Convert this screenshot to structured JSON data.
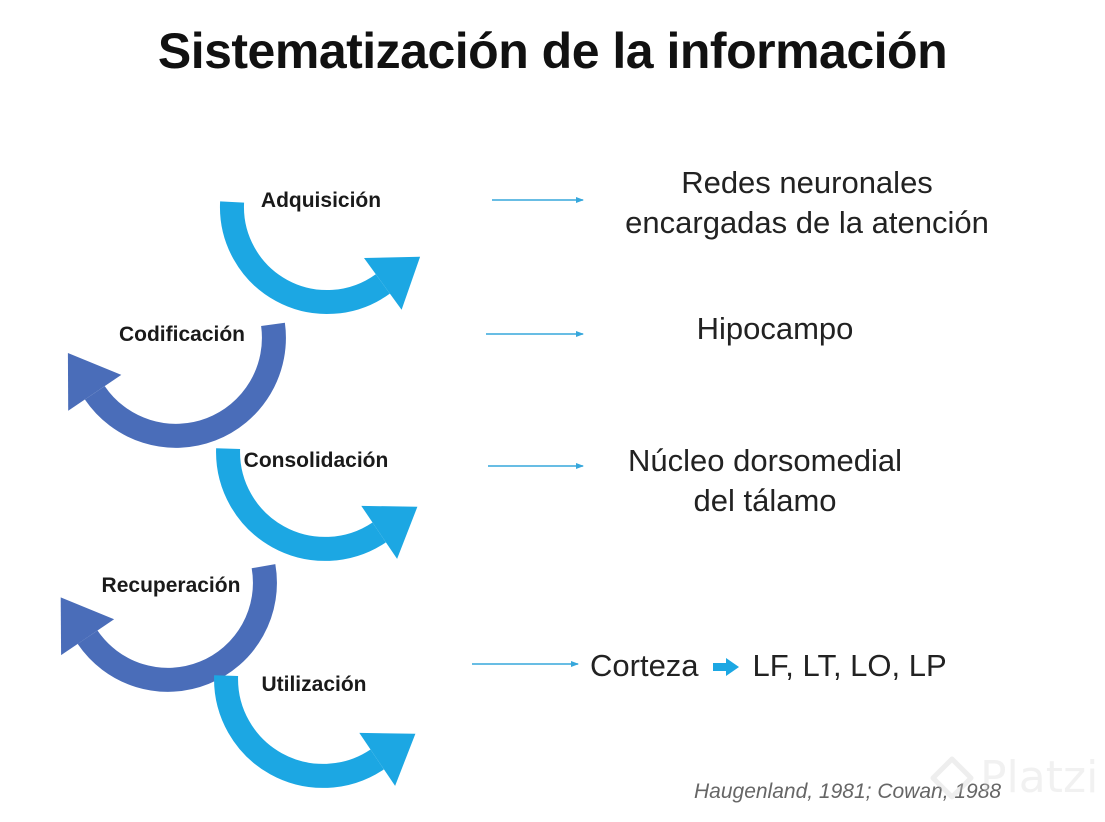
{
  "title": "Sistematización de la información",
  "stages": [
    {
      "label": "Adquisición",
      "description": [
        "Redes neuronales",
        "encargadas de la atención"
      ]
    },
    {
      "label": "Codificación",
      "description": [
        "Hipocampo"
      ]
    },
    {
      "label": "Consolidación",
      "description": [
        "Núcleo dorsomedial",
        "del tálamo"
      ]
    },
    {
      "label": "Recuperación",
      "description": []
    },
    {
      "label": "Utilización",
      "description": []
    }
  ],
  "corteza": {
    "left": "Corteza",
    "right": "LF, LT, LO, LP"
  },
  "citation": "Haugenland, 1981; Cowan, 1988",
  "watermark": "Platzi",
  "colors": {
    "light_blue": "#1CA7E3",
    "dark_blue": "#4A6DB9",
    "connector": "#36A7DC",
    "text": "#222222"
  }
}
